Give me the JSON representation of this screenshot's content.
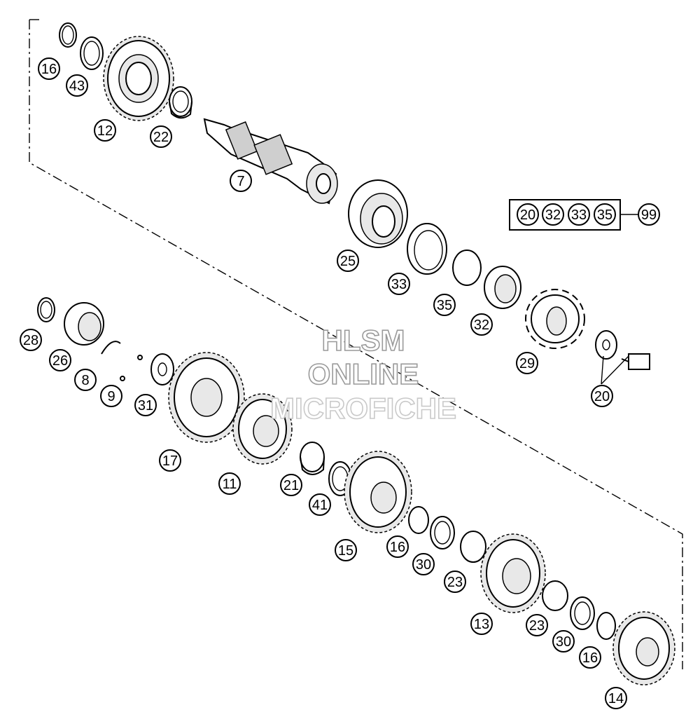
{
  "watermark": {
    "line1": "HLSM",
    "line2": "ONLINE",
    "line3": "MICROFICHE"
  },
  "callouts": [
    "16",
    "43",
    "12",
    "22",
    "7",
    "25",
    "33",
    "35",
    "32",
    "29",
    "20",
    "28",
    "26",
    "8",
    "9",
    "31",
    "17",
    "11",
    "21",
    "41",
    "15",
    "16",
    "30",
    "23",
    "13",
    "23",
    "30",
    "16",
    "14"
  ],
  "kit": {
    "members": [
      "20",
      "32",
      "33",
      "35"
    ],
    "kit_number": "99"
  }
}
